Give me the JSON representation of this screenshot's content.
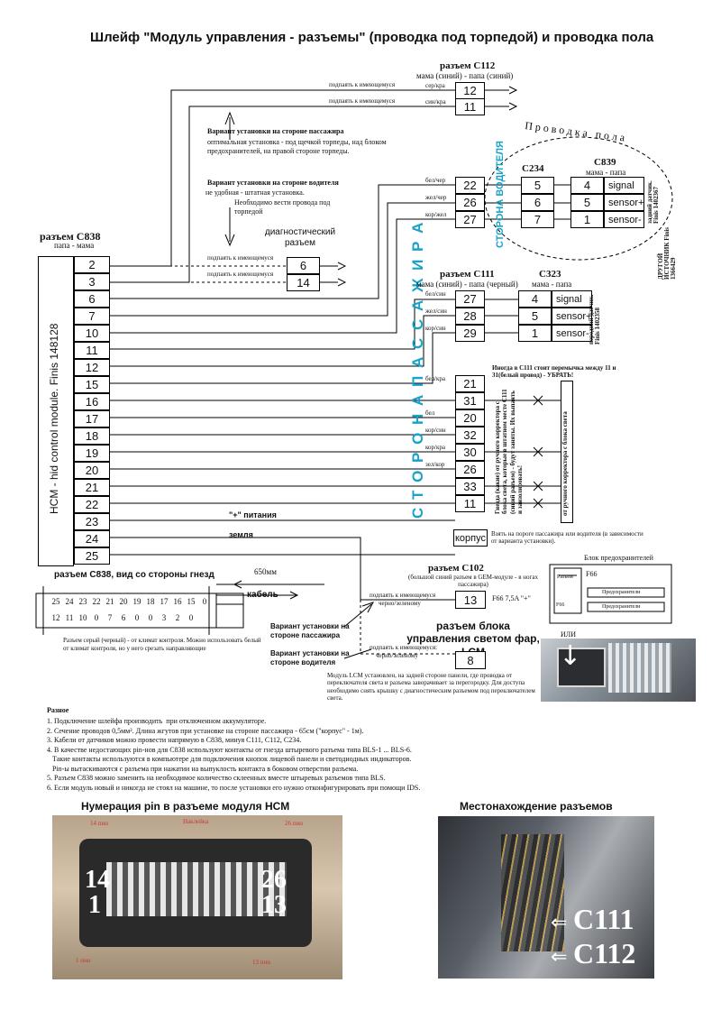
{
  "title": "Шлейф \"Модуль управления - разъемы\" (проводка под торпедой) и проводка пола",
  "c838": {
    "title": "разъем C838",
    "subtitle": "папа - мама",
    "pins": [
      "2",
      "3",
      "6",
      "7",
      "10",
      "11",
      "12",
      "15",
      "16",
      "17",
      "18",
      "19",
      "20",
      "21",
      "22",
      "23",
      "24",
      "25"
    ],
    "vertical_label": "HCM - hid control module.   Finis 148128"
  },
  "c112": {
    "title": "разъем C112",
    "subtitle": "мама (синий) - папа (синий)",
    "pins": [
      "12",
      "11",
      "22",
      "26",
      "27"
    ],
    "wire_labels": [
      "сер/кра",
      "син/кра",
      "бел/чер",
      "жел/чер",
      "кор/жел"
    ]
  },
  "c111": {
    "title": "разъем C111",
    "subtitle": "мама (синий) - папа (черный)",
    "pins": [
      "27",
      "28",
      "29",
      "21",
      "31",
      "20",
      "32",
      "30",
      "26",
      "33",
      "11"
    ],
    "wire_labels": [
      "бел/син",
      "жел/син",
      "кор/син",
      "бел/кра",
      "",
      "бел",
      "кор/син",
      "кор/кра",
      "зел/кор",
      "",
      ""
    ]
  },
  "diag": {
    "title": "диагностический разъем",
    "pins": [
      "6",
      "14"
    ],
    "connect": "подпаять к имеющемуся"
  },
  "connect_label": "подпаять к имеющемуся",
  "passenger_side": {
    "title": "Вариант установки на стороне пассажира",
    "text": "оптимальная установка - под щечкой торпеды, над блоком предохранителей, на правой стороне торпеды."
  },
  "driver_side": {
    "title": "Вариант установки на стороне водителя",
    "text1": "не удобная - штатная установка.",
    "text2": "Необходимо вести провода под торпедой"
  },
  "floor_wiring": "Проводка пола",
  "side_passenger_vertical": "С Т О Р О Н А   П А С С А Ж И Р А",
  "side_driver_vertical": "СТОРОНА ВОДИТЕЛЯ",
  "c234": {
    "title": "C234",
    "pins": [
      "5",
      "6",
      "7"
    ]
  },
  "c839": {
    "title": "C839",
    "subtitle": "мама - папа",
    "pins": [
      "4",
      "5",
      "1"
    ],
    "signals": [
      "signal",
      "sensor+",
      "sensor-"
    ]
  },
  "rear_sensor": "задний датчик. Finis 1402367",
  "other_source": "ДРУГОЙ ИСТОЧНИК Finis 1366429",
  "c323": {
    "title": "C323",
    "subtitle": "мама - папа",
    "pins": [
      "4",
      "5",
      "1"
    ],
    "signals": [
      "signal",
      "sensor+",
      "sensor-"
    ]
  },
  "front_sensor": "передний датчик. Finis 1402358",
  "jumper_note": "Иногда в C111 стоит перемычка между 11 и 31(белый провод) - УБРАТЬ!",
  "corrector_note": "Гнезда (какие) от ручного корректора с блока света, которые в штатном месте C111 (синий разъем) - будут заняты. Их выпаять и заизолировать!",
  "corrector_label": "от ручного корректора с блока света",
  "power_label": "\"+\" питания",
  "ground_label": "земля",
  "korpus": "корпус",
  "korpus_note": "Взять на пороге пассажира или водителя (в зависимости от варианта установки).",
  "fuse_block": {
    "title": "Блок предохранителей",
    "f66": "F66",
    "label1": "Предохранители",
    "label2": "Предохранители",
    "razem": "Разъем",
    "f66small": "F66"
  },
  "c102": {
    "title": "разъем C102",
    "subtitle": "(большой синий разъем в GEM-модуле - в ногах пассажира)",
    "pin": "13",
    "wire": "черно/зеленому",
    "fuse": "F66  7,5A \"+\""
  },
  "c838_face": {
    "title": "разъем C838, вид со стороны гнезд",
    "row1": [
      "25",
      "24",
      "23",
      "22",
      "21",
      "20",
      "19",
      "18",
      "17",
      "16",
      "15",
      "0"
    ],
    "row2": [
      "12",
      "11",
      "10",
      "0",
      "7",
      "6",
      "0",
      "0",
      "3",
      "2",
      "0"
    ],
    "length": "650мм",
    "cable": "кабель",
    "note": "Разъем серый (черный) - от климат контроля. Можно использовать белый от климат контроля, но у него срезать направляющие"
  },
  "variant_passenger": "Вариант установки на стороне пассажира",
  "variant_driver": "Вариант установки на стороне водителя",
  "lcm": {
    "title": "разъем блока управления светом фар, LCM",
    "connect": "подпаять к имеющемуся:",
    "wire": "черно/зеленому",
    "pin": "8",
    "note": "Модуль LCM установлен, на задней стороне панели, где проводка от переключателя света и разъема заворачивает за перегородку. Для доступа необходимо снять крышку с диагностическим разъемом под переключателем света."
  },
  "ili": "ИЛИ",
  "misc": {
    "title": "Разное",
    "items": [
      "1. Подключение шлейфа производить  при отключенном аккумуляторе.",
      "2. Сечение проводов 0,5мм². Длина жгутов при установке на стороне пассажира - 65см (\"корпус\" - 1м).",
      "3. Кабели от датчиков можно провести напрямую в C838, минуя C111, C112, C234.",
      "4. В качестве недостающих pin-нов для C838 используют контакты от гнезда штыревого разъема типа BLS-1 ... BLS-6.",
      "   Такие контакты используются в компьютере для подключения кнопок лицевой панели и светодиодных индикаторов.",
      "   Pin-ы вытаскиваются с разъема при нажатии на выпуклость контакта в боковом отверстии разъема.",
      "5. Разъем C838 можно заменить на необходимое количество склеенных вместе штыревых разъемов типа BLS.",
      "6. Если модуль новый и никогда не стоял на машине, то после установки его нужно отконфигурировать при помощи IDS."
    ]
  },
  "pin_numbering": {
    "title": "Нумерация pin в разъеме модуля HCM",
    "labels": [
      "14 пин",
      "Наклейка",
      "26 пин",
      "14",
      "1",
      "26",
      "13",
      "1 пин",
      "13 пин"
    ]
  },
  "location": {
    "title": "Местонахождение разъемов",
    "labels": [
      "C111",
      "C112"
    ]
  },
  "colors": {
    "accent": "#1aa3c8"
  }
}
